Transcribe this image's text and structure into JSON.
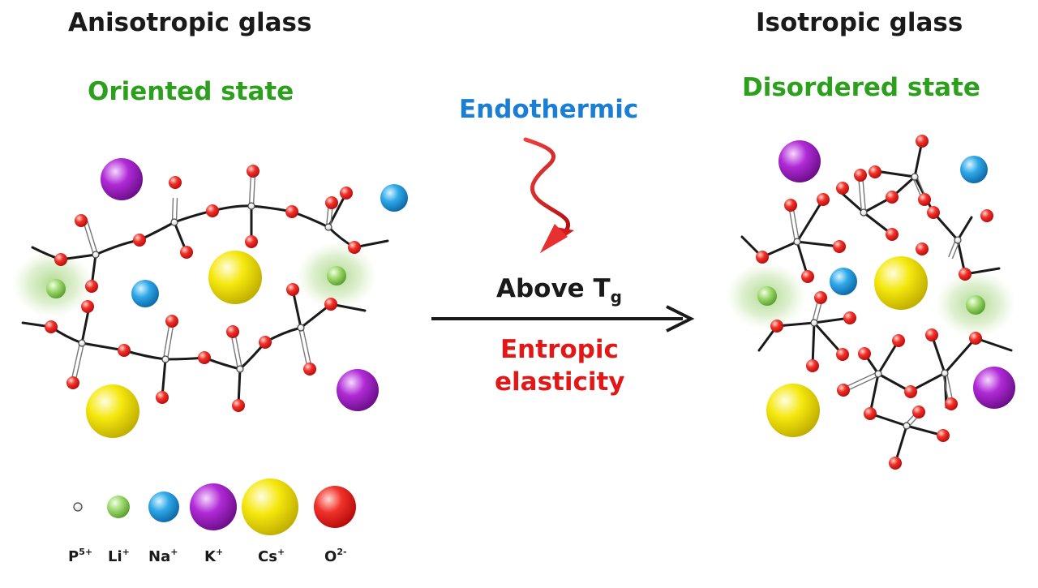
{
  "colors": {
    "state_text": "#2ca01c",
    "endothermic_text": "#1a7fd4",
    "entropic_text": "#e01818",
    "phosphorus": "#ffffff",
    "lithium": "#9bd66a",
    "sodium": "#2fa8e8",
    "potassium": "#b02ad6",
    "cesium": "#f2e20a",
    "oxygen": "#e8201c",
    "halo": "#9fd37a"
  },
  "left_panel": {
    "title": "Anisotropic glass",
    "state": "Oriented state"
  },
  "right_panel": {
    "title": "Isotropic glass",
    "state": "Disordered state"
  },
  "transition": {
    "endothermic": "Endothermic",
    "above": "Above T",
    "tg_sub": "g",
    "entropic_1": "Entropic",
    "entropic_2": "elasticity",
    "arrow_icon": "right-arrow-icon",
    "heat_icon": "squiggle-arrow-icon"
  },
  "legend": [
    {
      "ion": "P",
      "charge": "5+",
      "kind": "phosphorus"
    },
    {
      "ion": "Li",
      "charge": "+",
      "kind": "lithium"
    },
    {
      "ion": "Na",
      "charge": "+",
      "kind": "sodium"
    },
    {
      "ion": "K",
      "charge": "+",
      "kind": "potassium"
    },
    {
      "ion": "Cs",
      "charge": "+",
      "kind": "cesium"
    },
    {
      "ion": "O",
      "charge": "2-",
      "kind": "oxygen"
    }
  ]
}
